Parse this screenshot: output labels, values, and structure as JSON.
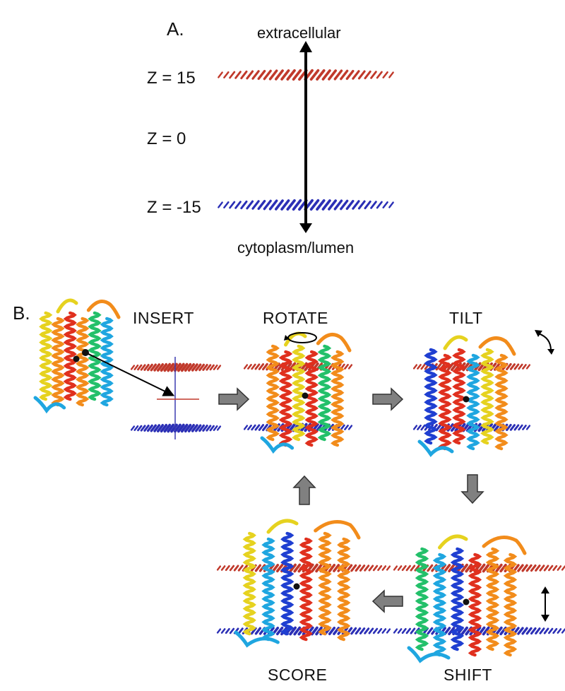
{
  "panel_a": {
    "label": "A.",
    "top_label": "extracellular",
    "bottom_label": "cytoplasm/lumen",
    "z_labels": [
      "Z = 15",
      "Z = 0",
      "Z = -15"
    ]
  },
  "panel_b": {
    "label": "B.",
    "steps": {
      "insert": "INSERT",
      "rotate": "ROTATE",
      "tilt": "TILT",
      "shift": "SHIFT",
      "score": "SCORE"
    }
  },
  "colors": {
    "membrane_top": "#c0392b",
    "membrane_bottom": "#2b2fb5",
    "flow_arrow": "#808080",
    "protein_gradient": [
      "#1f3fd1",
      "#1fa6e0",
      "#23c06a",
      "#e6d21f",
      "#f28c1b",
      "#e0301e"
    ]
  }
}
